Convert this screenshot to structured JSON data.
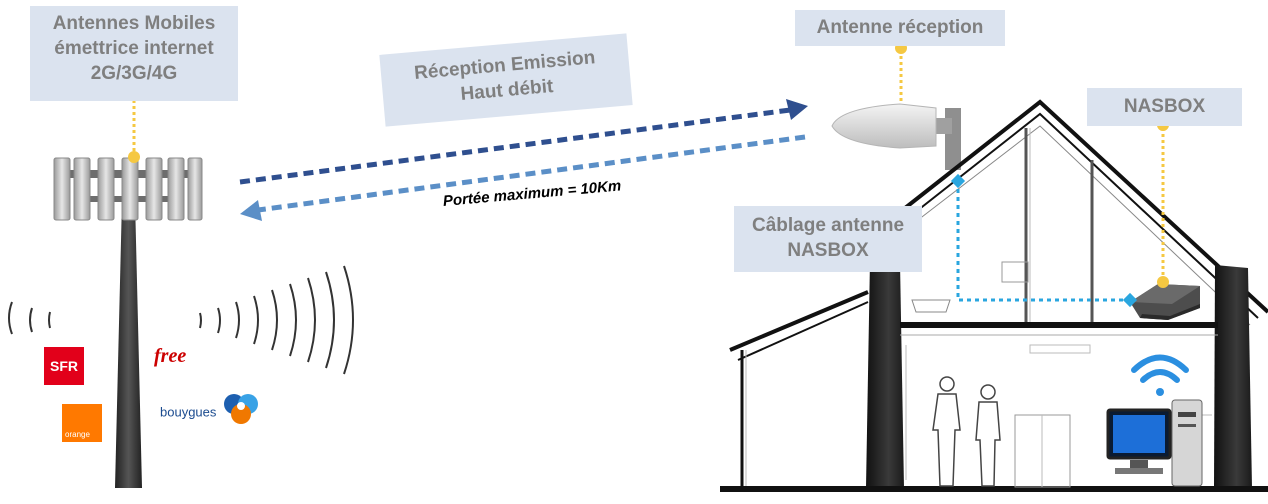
{
  "labels": {
    "tower": [
      "Antennes Mobiles",
      "émettrice internet",
      "2G/3G/4G"
    ],
    "reception_antenna": "Antenne réception",
    "signal": [
      "Réception Emission",
      "Haut débit"
    ],
    "nasbox": "NASBOX",
    "cabling": [
      "Câblage antenne",
      "NASBOX"
    ]
  },
  "range_text": "Portée maximum = 10Km",
  "operators": {
    "sfr": "SFR",
    "orange": "orange",
    "free": "free",
    "bouygues": "bouygues"
  },
  "icons": [
    "cell-tower-icon",
    "yagi-antenna-icon",
    "wifi-icon",
    "router-icon",
    "computer-icon",
    "people-icon"
  ],
  "colors": {
    "label_bg": "#dbe3ef",
    "label_text": "#7f7f7f",
    "downlink_arrow": "#2f4f8f",
    "uplink_arrow": "#5b8fc7",
    "cable": "#2aa6df",
    "connector": "#f5c842",
    "wifi": "#2b8fe0"
  }
}
